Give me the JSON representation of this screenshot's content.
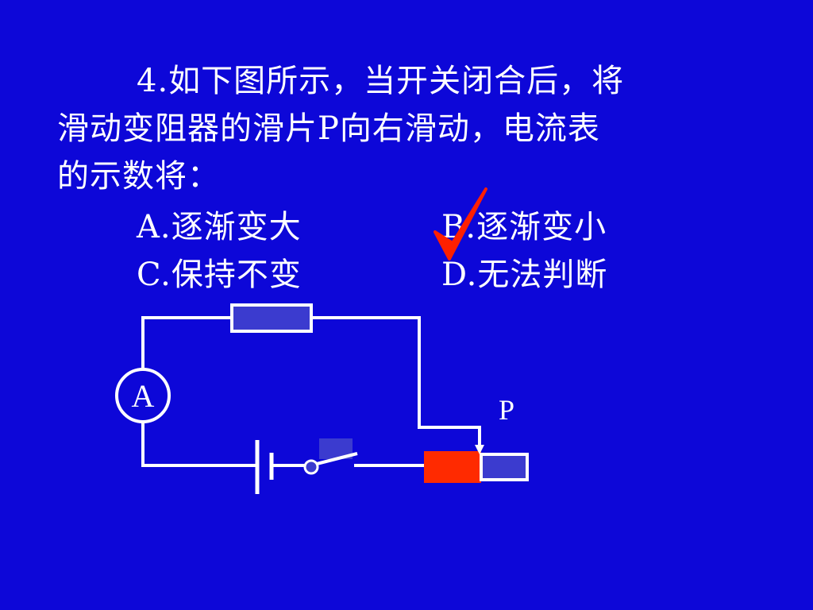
{
  "question": {
    "line1": "4.如下图所示，当开关闭合后，将",
    "line2": "滑动变阻器的滑片P向右滑动，电流表",
    "line3": "的示数将："
  },
  "options": {
    "a": "A.逐渐变大",
    "b": "B.逐渐变小",
    "c": "C.保持不变",
    "d": "D.无法判断"
  },
  "diagram": {
    "ammeter_label": "A",
    "slider_label": "P"
  },
  "colors": {
    "background": "#0d07d8",
    "wire": "#ffffff",
    "component_fill": "#3b3bcf",
    "slider_body": "#ff2a00",
    "checkmark": "#ff2000"
  }
}
